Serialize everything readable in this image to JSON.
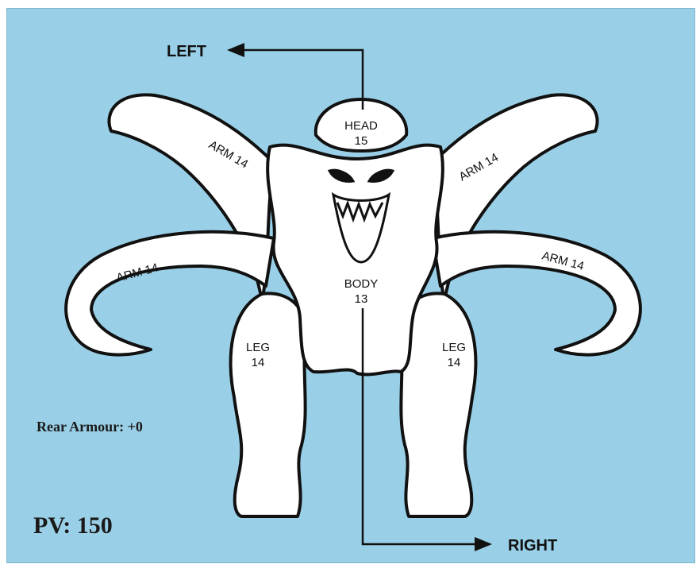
{
  "directions": {
    "left": "LEFT",
    "right": "RIGHT"
  },
  "locations": {
    "head": {
      "name": "HEAD",
      "value": "15"
    },
    "body": {
      "name": "BODY",
      "value": "13"
    },
    "arm_upper_left": {
      "label": "ARM 14"
    },
    "arm_upper_right": {
      "label": "ARM 14"
    },
    "arm_lower_left": {
      "label": "ARM 14"
    },
    "arm_lower_right": {
      "label": "ARM 14"
    },
    "leg_left": {
      "name": "LEG",
      "value": "14"
    },
    "leg_right": {
      "name": "LEG",
      "value": "14"
    }
  },
  "rear_armour": "Rear Armour: +0",
  "pv": "PV: 150",
  "colors": {
    "background": "#9ad0e7",
    "figure_fill": "#ffffff",
    "outline": "#111111"
  }
}
